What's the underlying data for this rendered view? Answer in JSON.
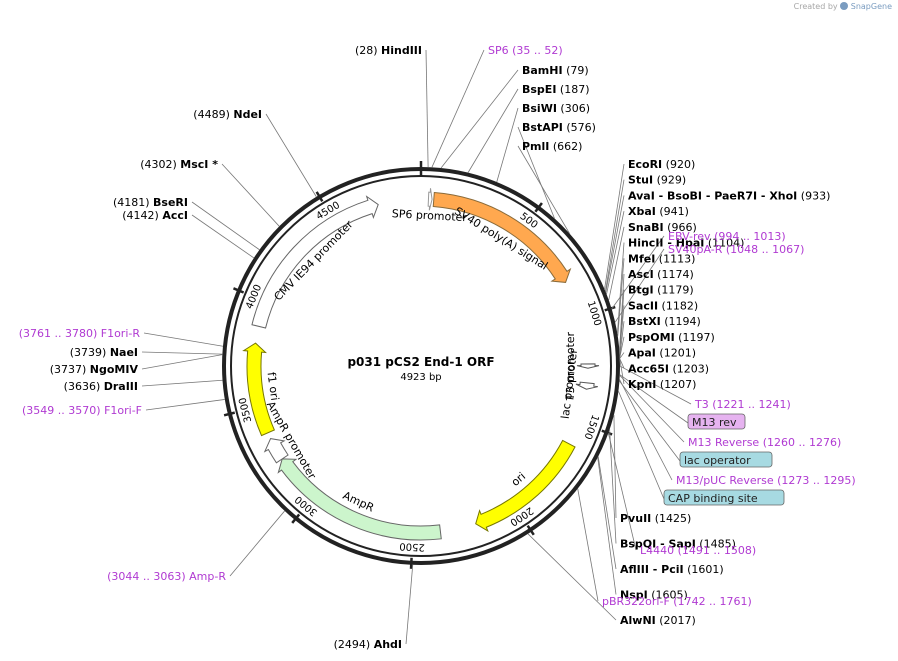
{
  "credit": {
    "created_by": "Created by",
    "brand": "SnapGene"
  },
  "plasmid": {
    "name": "p031 pCS2 End-1 ORF",
    "length": 4923,
    "length_label": "4923 bp"
  },
  "ticks": [
    "500",
    "1000",
    "1500",
    "2000",
    "2500",
    "3000",
    "3500",
    "4000",
    "4500"
  ],
  "features": [
    {
      "name": "SP6 promoter",
      "start": 35,
      "end": 52,
      "color": "#ffffff",
      "stroke": "#999999",
      "label": "SP6 promoter",
      "arrow": true
    },
    {
      "name": "SV40 poly(A) signal",
      "start": 60,
      "end": 820,
      "color": "#ffa84f",
      "stroke": "#8a6b3a",
      "label": "SV40 poly(A) signal",
      "arrow": true
    },
    {
      "name": "T3 promoter",
      "start": 1221,
      "end": 1241,
      "color": "#ffffff",
      "stroke": "#555555",
      "label": "T3 promoter",
      "arrow": true
    },
    {
      "name": "lac promoter",
      "start": 1310,
      "end": 1340,
      "color": "#ffffff",
      "stroke": "#555555",
      "label": "lac promoter",
      "arrow": true
    },
    {
      "name": "ori",
      "start": 1610,
      "end": 2200,
      "color": "#ffff00",
      "stroke": "#777700",
      "label": "ori",
      "arrow": true
    },
    {
      "name": "AmpR",
      "start": 2370,
      "end": 3230,
      "color": "#ccf5cc",
      "stroke": "#666666",
      "label": "AmpR",
      "arrow": true
    },
    {
      "name": "AmpR promoter",
      "start": 3230,
      "end": 3340,
      "color": "#ffffff",
      "stroke": "#666666",
      "label": "AmpR promoter",
      "arrow": true
    },
    {
      "name": "f1 ori",
      "start": 3370,
      "end": 3800,
      "color": "#ffff00",
      "stroke": "#777700",
      "label": "f1 ori",
      "arrow": true
    },
    {
      "name": "CMV IE94 promoter",
      "start": 3880,
      "end": 4720,
      "color": "#ffffff",
      "stroke": "#666666",
      "label": "CMV IE94 promoter",
      "arrow": true
    }
  ],
  "sites_right": [
    {
      "name": "BamHI",
      "pos": "(79)",
      "bp": 79
    },
    {
      "name": "BspEI",
      "pos": "(187)",
      "bp": 187
    },
    {
      "name": "BsiWI",
      "pos": "(306)",
      "bp": 306
    },
    {
      "name": "BstAPI",
      "pos": "(576)",
      "bp": 576
    },
    {
      "name": "PmlI",
      "pos": "(662)",
      "bp": 662
    },
    {
      "name": "EcoRI",
      "pos": "(920)",
      "bp": 920
    },
    {
      "name": "StuI",
      "pos": "(929)",
      "bp": 929
    },
    {
      "name": "AvaI - BsoBI - PaeR7I - XhoI",
      "pos": "(933)",
      "bp": 933
    },
    {
      "name": "XbaI",
      "pos": "(941)",
      "bp": 941
    },
    {
      "name": "SnaBI",
      "pos": "(966)",
      "bp": 966
    },
    {
      "name": "HincII - HpaI",
      "pos": "(1104)",
      "bp": 1104
    },
    {
      "name": "MfeI",
      "pos": "(1113)",
      "bp": 1113
    },
    {
      "name": "AscI",
      "pos": "(1174)",
      "bp": 1174
    },
    {
      "name": "BtgI",
      "pos": "(1179)",
      "bp": 1179
    },
    {
      "name": "SacII",
      "pos": "(1182)",
      "bp": 1182
    },
    {
      "name": "BstXI",
      "pos": "(1194)",
      "bp": 1194
    },
    {
      "name": "PspOMI",
      "pos": "(1197)",
      "bp": 1197
    },
    {
      "name": "ApaI",
      "pos": "(1201)",
      "bp": 1201
    },
    {
      "name": "Acc65I",
      "pos": "(1203)",
      "bp": 1203
    },
    {
      "name": "KpnI",
      "pos": "(1207)",
      "bp": 1207
    },
    {
      "name": "PvuII",
      "pos": "(1425)",
      "bp": 1425
    },
    {
      "name": "BspQI - SapI",
      "pos": "(1485)",
      "bp": 1485
    },
    {
      "name": "AflIII - PciI",
      "pos": "(1601)",
      "bp": 1601
    },
    {
      "name": "NspI",
      "pos": "(1605)",
      "bp": 1605
    },
    {
      "name": "AlwNI",
      "pos": "(2017)",
      "bp": 2017
    }
  ],
  "sites_left": [
    {
      "name": "HindIII",
      "pos": "(28)",
      "bp": 28
    },
    {
      "name": "NdeI",
      "pos": "(4489)",
      "bp": 4489
    },
    {
      "name": "MscI *",
      "pos": "(4302)",
      "bp": 4302
    },
    {
      "name": "BseRI",
      "pos": "(4181)",
      "bp": 4181
    },
    {
      "name": "AccI",
      "pos": "(4142)",
      "bp": 4142
    },
    {
      "name": "NaeI",
      "pos": "(3739)",
      "bp": 3739
    },
    {
      "name": "NgoMIV",
      "pos": "(3737)",
      "bp": 3737
    },
    {
      "name": "DraIII",
      "pos": "(3636)",
      "bp": 3636
    },
    {
      "name": "AhdI",
      "pos": "(2494)",
      "bp": 2494
    }
  ],
  "primers": [
    {
      "name": "SP6",
      "pos": "(35 .. 52)",
      "bp": 43
    },
    {
      "name": "EBV-rev",
      "pos": "(994 .. 1013)",
      "bp": 1003
    },
    {
      "name": "SV40pA-R",
      "pos": "(1048 .. 1067)",
      "bp": 1057
    },
    {
      "name": "T3",
      "pos": "(1221 .. 1241)",
      "bp": 1231
    },
    {
      "name": "M13 Reverse",
      "pos": "(1260 .. 1276)",
      "bp": 1268
    },
    {
      "name": "M13/pUC Reverse",
      "pos": "(1273 .. 1295)",
      "bp": 1284
    },
    {
      "name": "L4440",
      "pos": "(1491 .. 1508)",
      "bp": 1500
    },
    {
      "name": "pBR322ori-F",
      "pos": "(1742 .. 1761)",
      "bp": 1751
    },
    {
      "name": "Amp-R",
      "pos": "(3044 .. 3063)",
      "bp": 3053
    },
    {
      "name": "F1ori-F",
      "pos": "(3549 .. 3570)",
      "bp": 3560
    },
    {
      "name": "F1ori-R",
      "pos": "(3761 .. 3780)",
      "bp": 3770
    }
  ],
  "boxed_features": [
    {
      "name": "M13 rev",
      "color": "#e6b3f0",
      "bp": 1265
    },
    {
      "name": "lac operator",
      "color": "#a7dae2",
      "bp": 1290
    },
    {
      "name": "CAP binding site",
      "color": "#a7dae2",
      "bp": 1330
    }
  ]
}
